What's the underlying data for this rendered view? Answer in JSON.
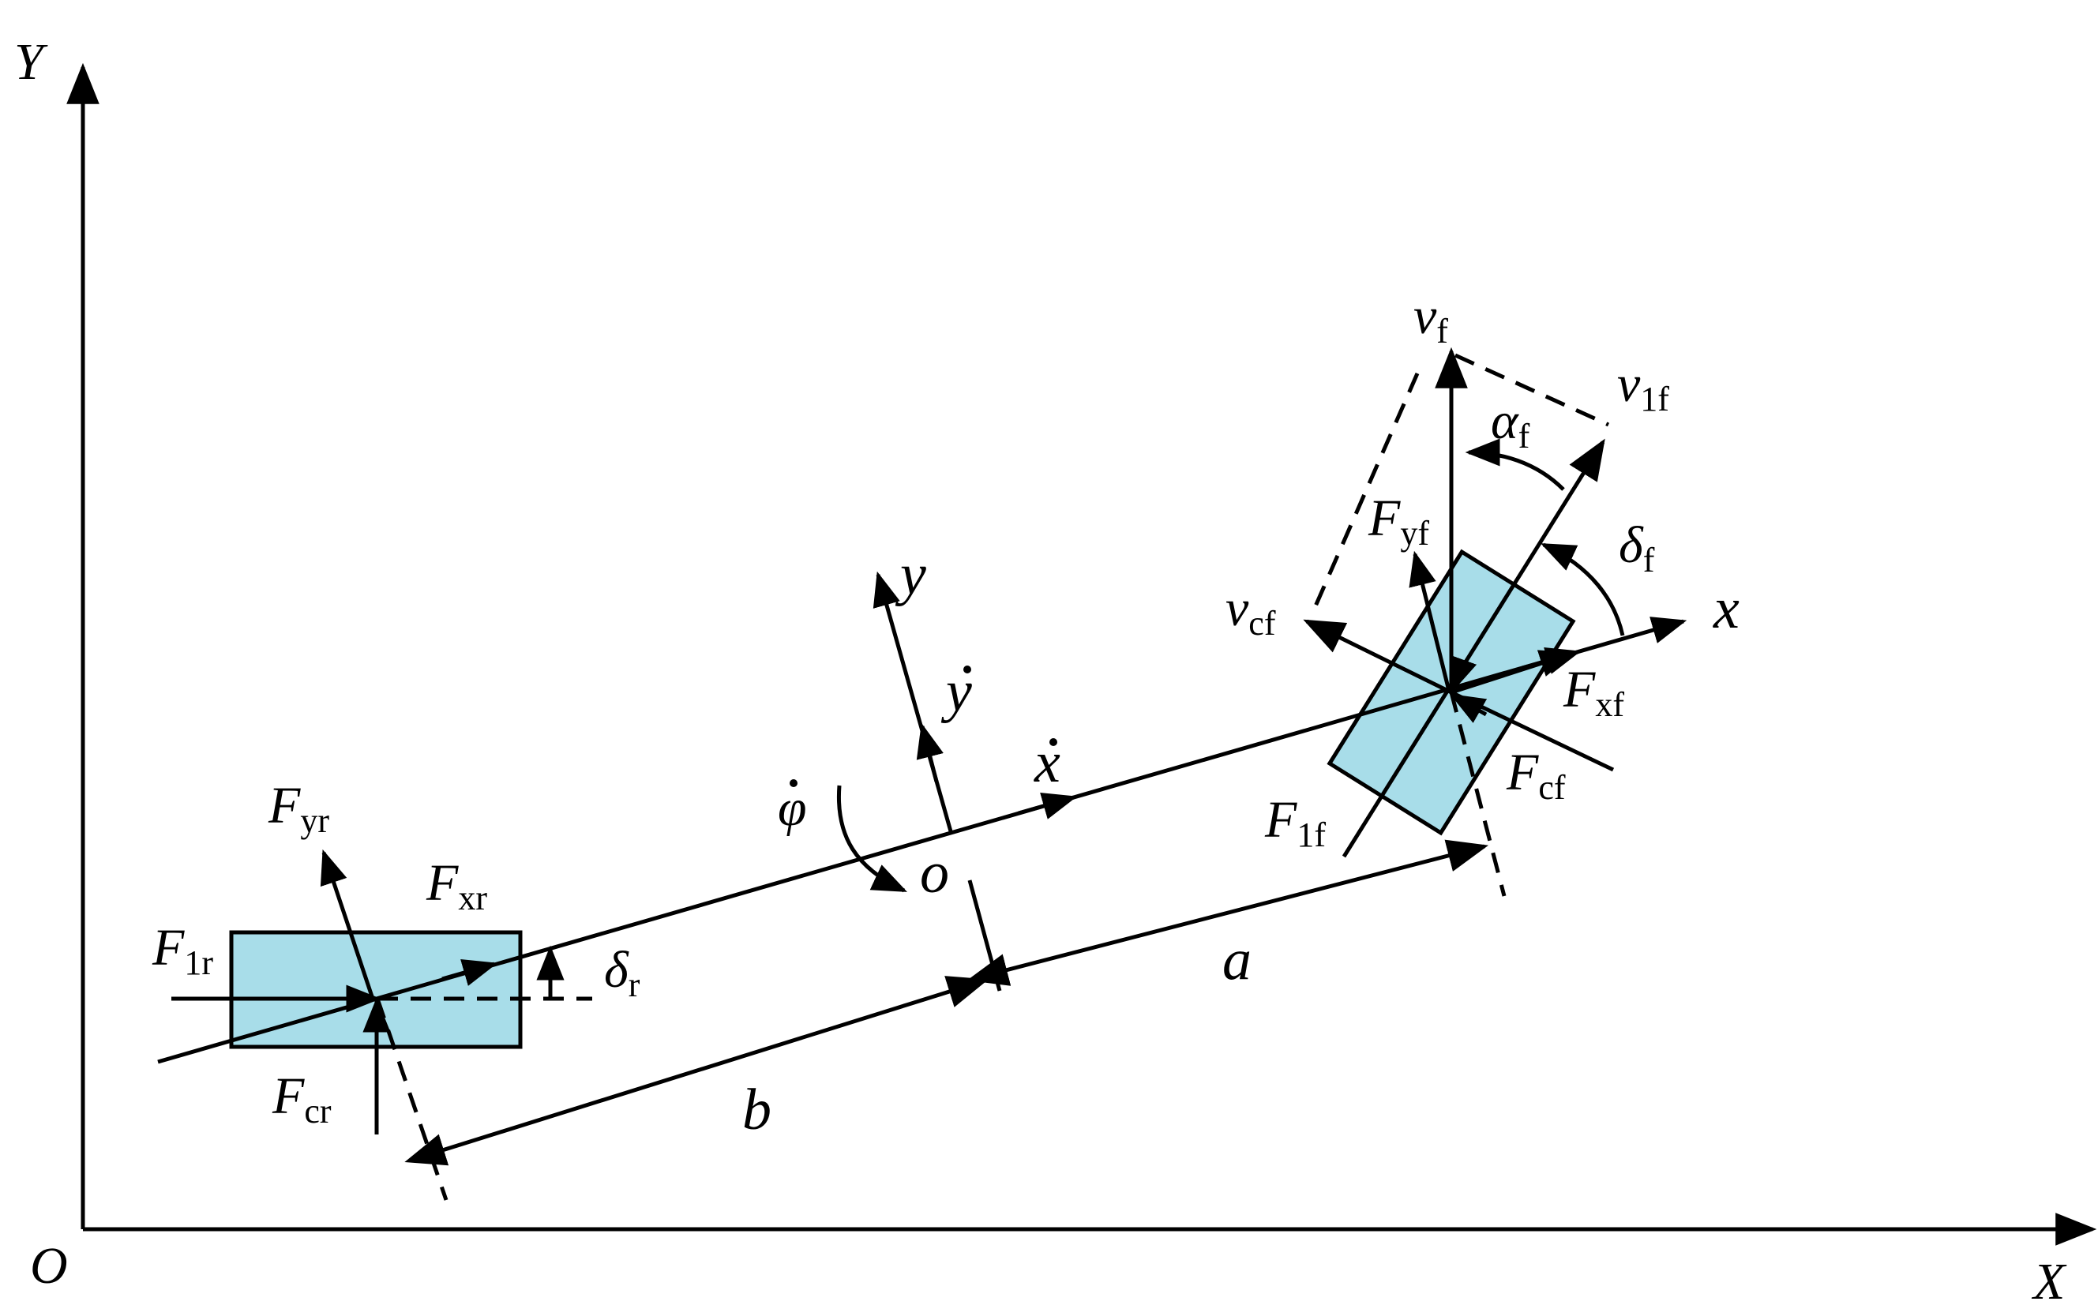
{
  "axes": {
    "global_y": "Y",
    "global_x": "X",
    "origin": "O",
    "local_x": "x",
    "local_y": "y",
    "center": "o"
  },
  "rates": {
    "x_dot": "x",
    "y_dot": "y",
    "phi_dot": "φ"
  },
  "lengths": {
    "a": "a",
    "b": "b"
  },
  "rear": {
    "F_yr": {
      "base": "F",
      "sub": "yr"
    },
    "F_xr": {
      "base": "F",
      "sub": "xr"
    },
    "F_1r": {
      "base": "F",
      "sub": "1r"
    },
    "F_cr": {
      "base": "F",
      "sub": "cr"
    },
    "delta_r": {
      "base": "δ",
      "sub": "r"
    }
  },
  "front": {
    "v_f": {
      "base": "v",
      "sub": "f"
    },
    "v_1f": {
      "base": "v",
      "sub": "1f"
    },
    "alpha_f": {
      "base": "α",
      "sub": "f"
    },
    "delta_f": {
      "base": "δ",
      "sub": "f"
    },
    "F_yf": {
      "base": "F",
      "sub": "yf"
    },
    "v_cf": {
      "base": "v",
      "sub": "cf"
    },
    "F_xf": {
      "base": "F",
      "sub": "xf"
    },
    "F_cf": {
      "base": "F",
      "sub": "cf"
    },
    "F_1f": {
      "base": "F",
      "sub": "1f"
    }
  },
  "colors": {
    "tire_fill": "#a8dde9",
    "stroke": "#000000"
  }
}
